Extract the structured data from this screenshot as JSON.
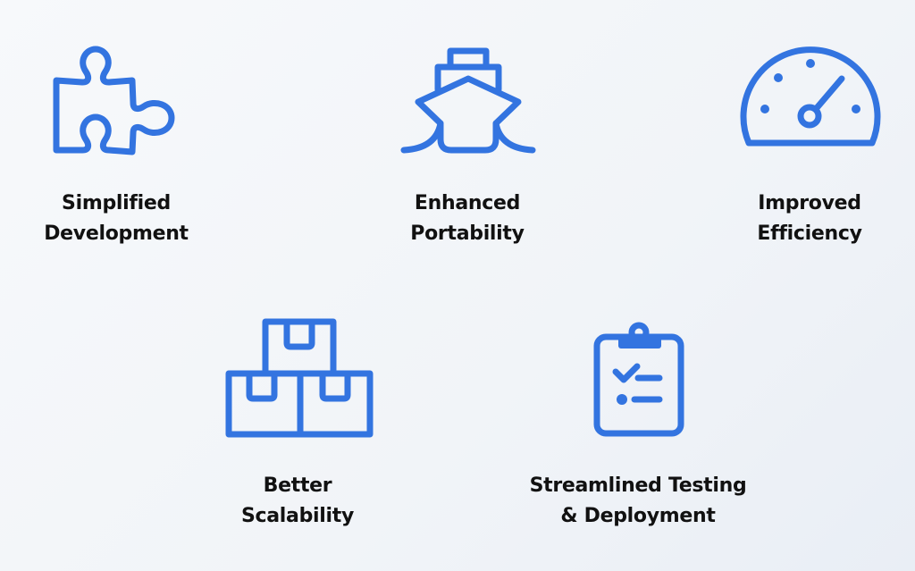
{
  "accent_color": "#3374e0",
  "benefits": [
    {
      "icon": "puzzle-icon",
      "line1": "Simplified",
      "line2": "Development"
    },
    {
      "icon": "ship-icon",
      "line1": "Enhanced",
      "line2": "Portability"
    },
    {
      "icon": "speedometer-icon",
      "line1": "Improved",
      "line2": "Efficiency"
    },
    {
      "icon": "boxes-icon",
      "line1": "Better",
      "line2": "Scalability"
    },
    {
      "icon": "clipboard-checklist-icon",
      "line1": "Streamlined Testing",
      "line2": "& Deployment"
    }
  ]
}
